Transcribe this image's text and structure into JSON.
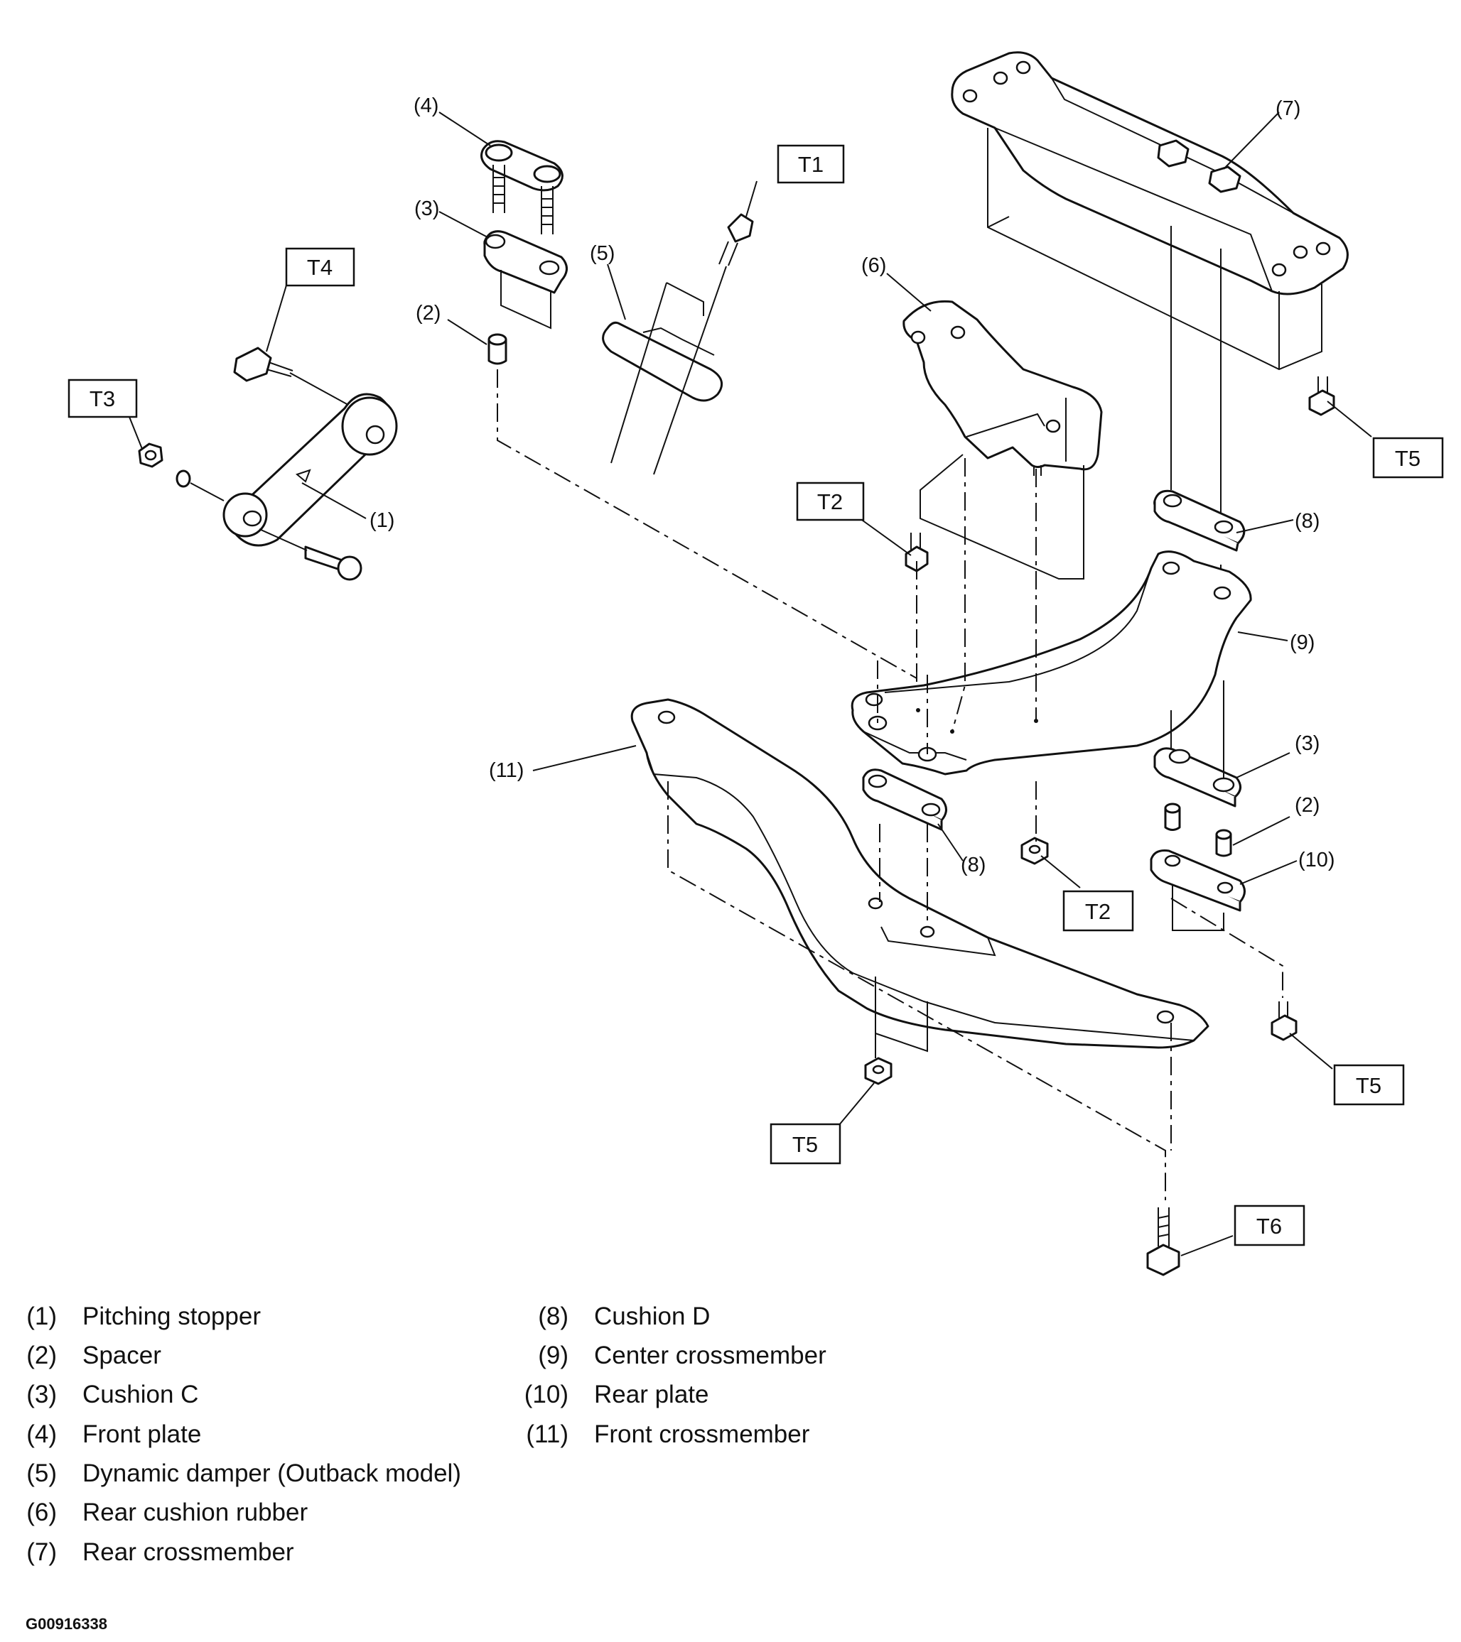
{
  "callouts": {
    "c1": "(1)",
    "c2a": "(2)",
    "c2b": "(2)",
    "c3a": "(3)",
    "c3b": "(3)",
    "c4": "(4)",
    "c5": "(5)",
    "c6": "(6)",
    "c7": "(7)",
    "c8a": "(8)",
    "c8b": "(8)",
    "c9": "(9)",
    "c10": "(10)",
    "c11": "(11)"
  },
  "torque_labels": {
    "t1": "T1",
    "t2a": "T2",
    "t2b": "T2",
    "t3": "T3",
    "t4": "T4",
    "t5a": "T5",
    "t5b": "T5",
    "t5c": "T5",
    "t6": "T6"
  },
  "legend": {
    "left": [
      {
        "num": "(1)",
        "name": "Pitching stopper"
      },
      {
        "num": "(2)",
        "name": "Spacer"
      },
      {
        "num": "(3)",
        "name": "Cushion C"
      },
      {
        "num": "(4)",
        "name": "Front plate"
      },
      {
        "num": "(5)",
        "name": "Dynamic damper (Outback model)"
      },
      {
        "num": "(6)",
        "name": "Rear cushion rubber"
      },
      {
        "num": "(7)",
        "name": "Rear crossmember"
      }
    ],
    "right": [
      {
        "num": "(8)",
        "name": "Cushion D"
      },
      {
        "num": "(9)",
        "name": "Center crossmember"
      },
      {
        "num": "(10)",
        "name": "Rear plate"
      },
      {
        "num": "(11)",
        "name": "Front crossmember"
      }
    ]
  },
  "figure_code": "G00916338"
}
